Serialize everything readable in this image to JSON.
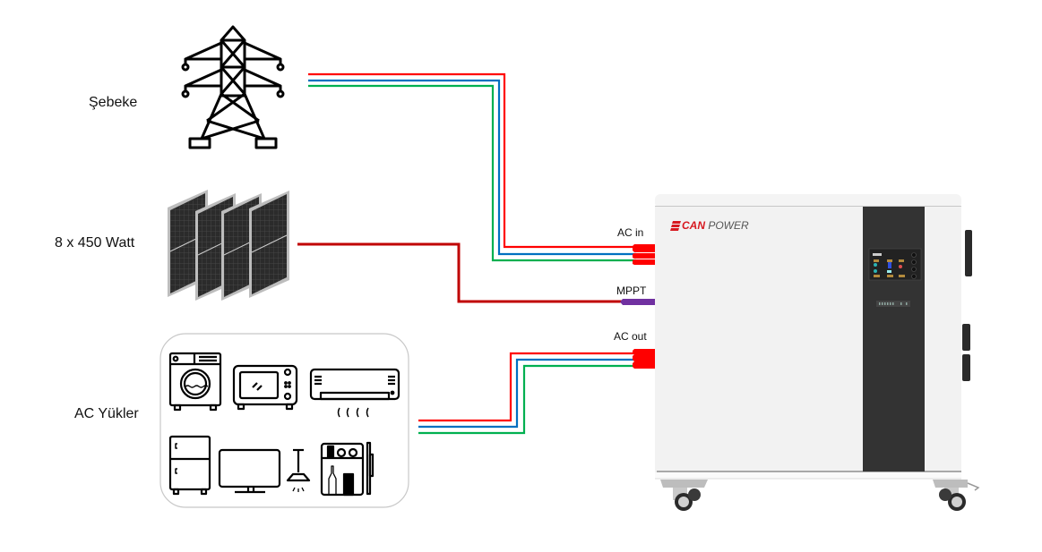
{
  "sources": [
    {
      "id": "grid",
      "label": "Şebeke",
      "icon": "power-tower-icon"
    },
    {
      "id": "solar",
      "label": "8 x 450 Watt",
      "icon": "solar-panels-icon"
    },
    {
      "id": "loads",
      "label": "AC Yükler",
      "icon": "appliances-icon"
    }
  ],
  "ports": {
    "ac_in": "AC in",
    "mppt": "MPPT",
    "ac_out": "AC out"
  },
  "device": {
    "brand_mark": "CAN",
    "brand_text": "POWER"
  },
  "appliances": [
    "washing-machine",
    "microwave",
    "air-conditioner",
    "refrigerator",
    "television",
    "pendant-lamp",
    "mini-fridge"
  ],
  "colors": {
    "phase": "#ff0000",
    "neutral": "#0070c0",
    "earth": "#00b050",
    "dc": "#c00000",
    "mppt_connector": "#7030a0",
    "connector": "#ff0000",
    "device_body": "#f2f2f2",
    "device_panel": "#333333"
  }
}
